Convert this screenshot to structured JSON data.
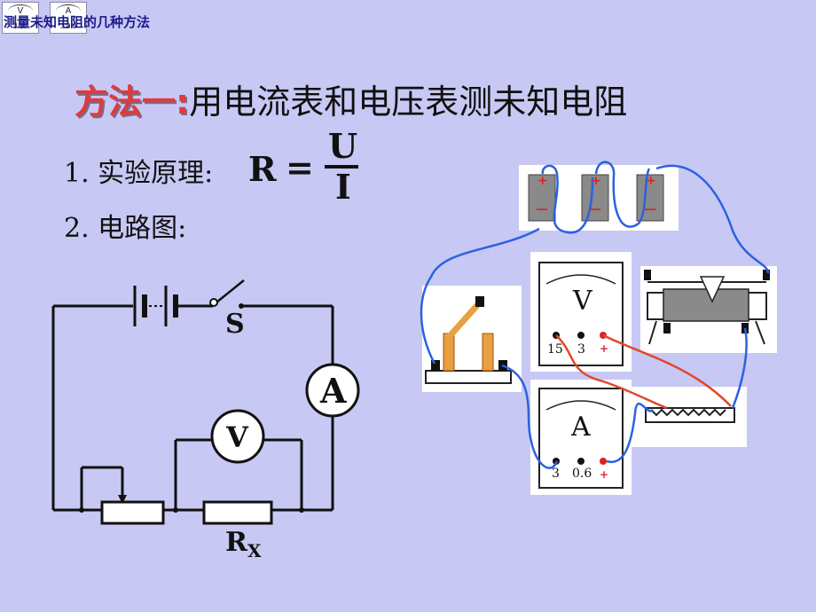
{
  "header": {
    "title": "测量未知电阻的几种方法",
    "icon_v": {
      "letter": "V",
      "scale": "3 15"
    },
    "icon_a": {
      "letter": "A",
      "scale": "3 0.6"
    }
  },
  "title": {
    "method": "方法一:",
    "description": "用电流表和电压表测未知电阻"
  },
  "principle": {
    "label": "1. 实验原理:",
    "lhs": "R",
    "equals": "=",
    "numerator": "U",
    "denominator": "I"
  },
  "diagram": {
    "label": "2. 电路图:",
    "switch_label": "S",
    "ammeter_label": "A",
    "voltmeter_label": "V",
    "resistor_label": "R",
    "resistor_subscript": "X"
  },
  "apparatus": {
    "voltmeter": {
      "letter": "V",
      "terminal_1": "15",
      "terminal_2": "3",
      "terminal_3": "+"
    },
    "ammeter": {
      "letter": "A",
      "terminal_1": "3",
      "terminal_2": "0.6",
      "terminal_3": "+"
    },
    "battery_plus": "+",
    "battery_minus": "—"
  },
  "colors": {
    "background": "#c8c8f4",
    "method_red": "#e03a3a",
    "wire_blue": "#2a62e0",
    "wire_red": "#e0482a"
  }
}
